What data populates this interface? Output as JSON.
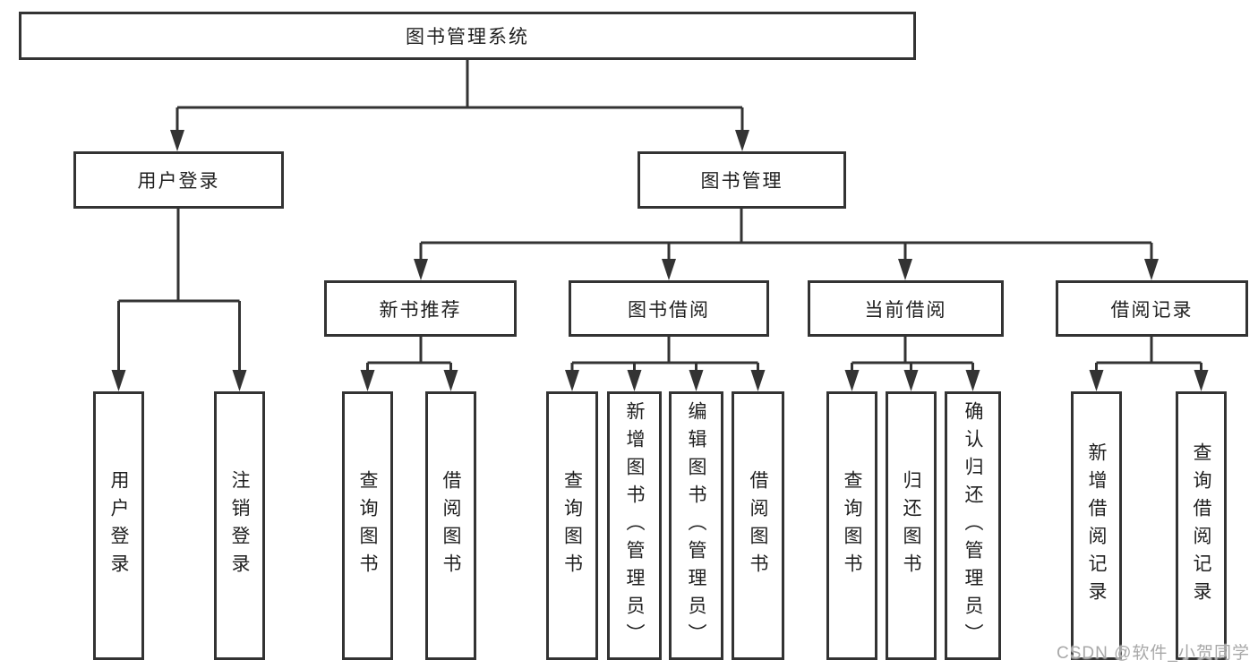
{
  "colors": {
    "line": "#333333",
    "text": "#1f1f1f",
    "fill": "#ffffff",
    "watermark": "#a8a8a8"
  },
  "diagram": {
    "root": {
      "label": "图书管理系统"
    },
    "level2": [
      {
        "label": "用户登录"
      },
      {
        "label": "图书管理"
      }
    ],
    "level3": [
      {
        "label": "新书推荐"
      },
      {
        "label": "图书借阅"
      },
      {
        "label": "当前借阅"
      },
      {
        "label": "借阅记录"
      }
    ],
    "leaves": {
      "user": [
        "用户登录",
        "注销登录"
      ],
      "recommend": [
        "查询图书",
        "借阅图书"
      ],
      "borrow": [
        "查询图书",
        "新增图书（管理员）",
        "编辑图书（管理员）",
        "借阅图书"
      ],
      "current": [
        "查询图书",
        "归还图书",
        "确认归还（管理员）"
      ],
      "records": [
        "新增借阅记录",
        "查询借阅记录"
      ]
    }
  },
  "watermark": {
    "text": "CSDN @软件_小贺同学"
  }
}
